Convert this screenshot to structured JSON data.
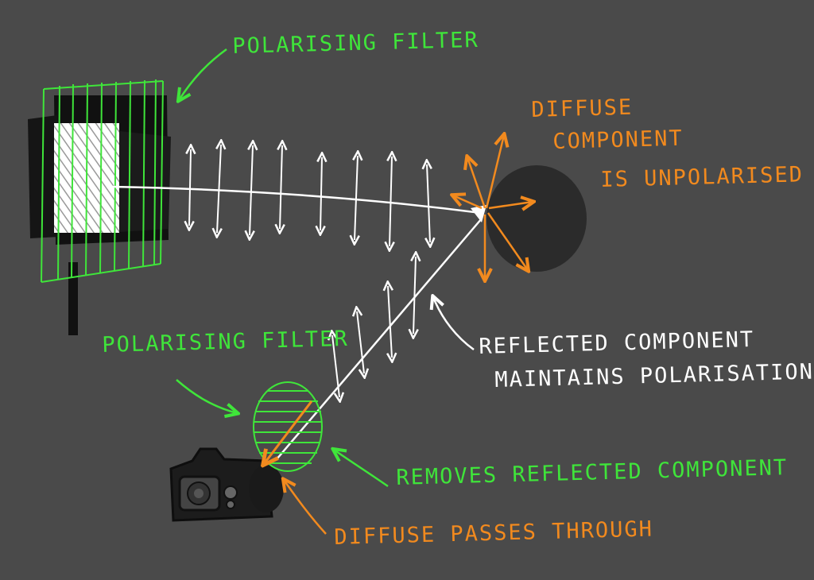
{
  "labels": {
    "top_filter": "POLARISING FILTER",
    "diffuse_line1": "DIFFUSE",
    "diffuse_line2": "COMPONENT",
    "diffuse_line3": "IS UNPOLARISED",
    "reflected_line1": "REFLECTED COMPONENT",
    "reflected_line2": "MAINTAINS POLARISATION",
    "camera_filter": "POLARISING FILTER",
    "removes": "REMOVES REFLECTED COMPONENT",
    "passes": "DIFFUSE PASSES THROUGH"
  },
  "colors": {
    "background": "#4a4a4a",
    "filter_green": "#3fe53a",
    "diffuse_orange": "#f28a1e",
    "light_white": "#ffffff",
    "object_dark": "#2b2b2b"
  }
}
